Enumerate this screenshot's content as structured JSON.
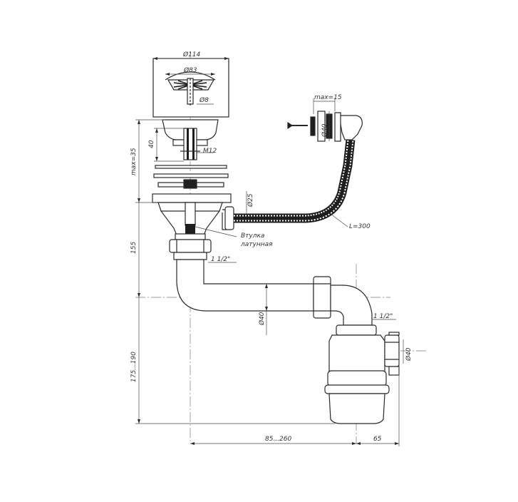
{
  "dimensions": {
    "d114": "Ø114",
    "d83": "Ø83",
    "d8": "Ø8",
    "d40_outlet": "40",
    "m12": "M12",
    "max35": "max=35",
    "max15": "max=15",
    "d40_overflow": "Ø40",
    "d25": "Ø25",
    "l300": "L=300",
    "h155": "155",
    "thread_top": "1 1/2\"",
    "d40_pipe": "Ø40",
    "thread_trap": "1 1/2\"",
    "d40_trap": "Ø40",
    "h175_190": "175...190",
    "w85_260": "85...260",
    "w65": "65"
  },
  "labels": {
    "bushing_line1": "Втулка",
    "bushing_line2": "латунная"
  },
  "colors": {
    "line": "#3a3a3a",
    "dark": "#1e1e1e",
    "fill_light": "#f2f2f2"
  }
}
